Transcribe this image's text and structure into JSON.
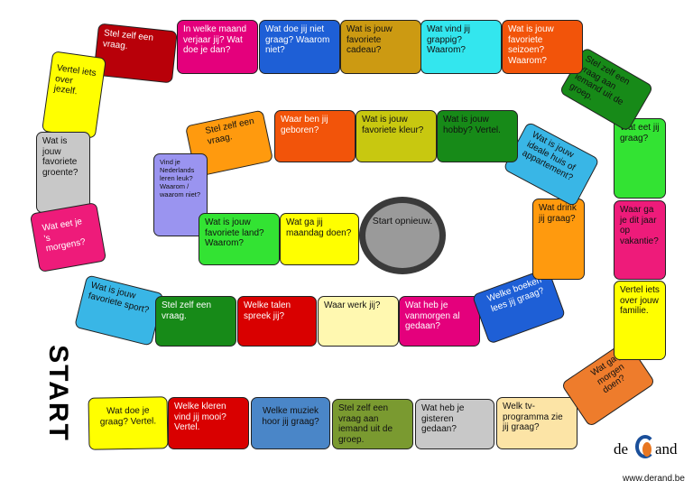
{
  "start_label": "START",
  "restart": "Start opnieuw.",
  "logo": {
    "left": "de",
    "right": "and"
  },
  "url": "www.derand.be",
  "colors": {
    "red": "#d90000",
    "darkred": "#b80009",
    "magenta": "#e4007c",
    "blue": "#1e5fd6",
    "gold": "#cc9a12",
    "cyan": "#33e6ee",
    "orangered": "#f2540a",
    "green": "#178a18",
    "lime": "#33e333",
    "pink": "#ee1b7a",
    "yellow": "#ffff00",
    "silver": "#c8c8c8",
    "steelblue": "#4a86c8",
    "olive": "#7a9a30",
    "lightyellow": "#fff8b0",
    "wheat": "#fce4a6",
    "orange": "#ff9a0e",
    "sky": "#39b6e6",
    "lavender": "#9a94f0",
    "peach": "#ee7c2c"
  },
  "tiles": [
    {
      "id": "t01",
      "text": "Wat doe je graag? Vertel."
    },
    {
      "id": "t02",
      "text": "Welke kleren vind jij mooi? Vertel."
    },
    {
      "id": "t03",
      "text": "Welke muziek hoor jij graag?"
    },
    {
      "id": "t04",
      "text": "Stel zelf een vraag aan iemand uit de groep."
    },
    {
      "id": "t05",
      "text": "Wat heb je gisteren gedaan?"
    },
    {
      "id": "t06",
      "text": "Welk tv-programma zie jij graag?"
    },
    {
      "id": "t07",
      "text": "Wat ga je morgen doen?"
    },
    {
      "id": "t08",
      "text": "Vertel iets over jouw familie."
    },
    {
      "id": "t09",
      "text": "Waar ga je dit jaar op vakantie?"
    },
    {
      "id": "t10",
      "text": "Wat eet jij graag?"
    },
    {
      "id": "t11",
      "text": "Stel zelf een vraag aan iemand uit de groep."
    },
    {
      "id": "t12",
      "text": "Wat is jouw favoriete seizoen? Waarom?"
    },
    {
      "id": "t13",
      "text": "Wat vind jij grappig? Waarom?"
    },
    {
      "id": "t14",
      "text": "Wat is jouw favoriete cadeau?"
    },
    {
      "id": "t15",
      "text": "Wat doe jij niet graag? Waarom niet?"
    },
    {
      "id": "t16",
      "text": "In welke maand verjaar jij? Wat doe je dan?"
    },
    {
      "id": "t17",
      "text": "Stel zelf een vraag."
    },
    {
      "id": "t18",
      "text": "Vertel iets over jezelf."
    },
    {
      "id": "t19",
      "text": "Wat is jouw favoriete groente?"
    },
    {
      "id": "t20",
      "text": "Wat eet je 's morgens?"
    },
    {
      "id": "t21",
      "text": "Wat is jouw favoriete sport?"
    },
    {
      "id": "t22",
      "text": "Stel zelf een vraag."
    },
    {
      "id": "t23",
      "text": "Welke talen spreek jij?"
    },
    {
      "id": "t24",
      "text": "Waar werk jij?"
    },
    {
      "id": "t25",
      "text": "Wat heb je vanmorgen al gedaan?"
    },
    {
      "id": "t26",
      "text": "Welke boeken lees jij graag?"
    },
    {
      "id": "t27",
      "text": "Wat drink jij graag?"
    },
    {
      "id": "t28",
      "text": "Wat is jouw ideale huis of appartement?"
    },
    {
      "id": "t29",
      "text": "Wat is jouw hobby? Vertel."
    },
    {
      "id": "t30",
      "text": "Wat is jouw favoriete kleur?"
    },
    {
      "id": "t31",
      "text": "Waar ben jij geboren?"
    },
    {
      "id": "t32",
      "text": "Stel zelf een vraag."
    },
    {
      "id": "t33",
      "text": "Vind je Nederlands leren leuk? Waarom / waarom niet?"
    },
    {
      "id": "t34",
      "text": "Wat is jouw favoriete land? Waarom?"
    },
    {
      "id": "t35",
      "text": "Wat ga jij maandag doen?"
    }
  ]
}
